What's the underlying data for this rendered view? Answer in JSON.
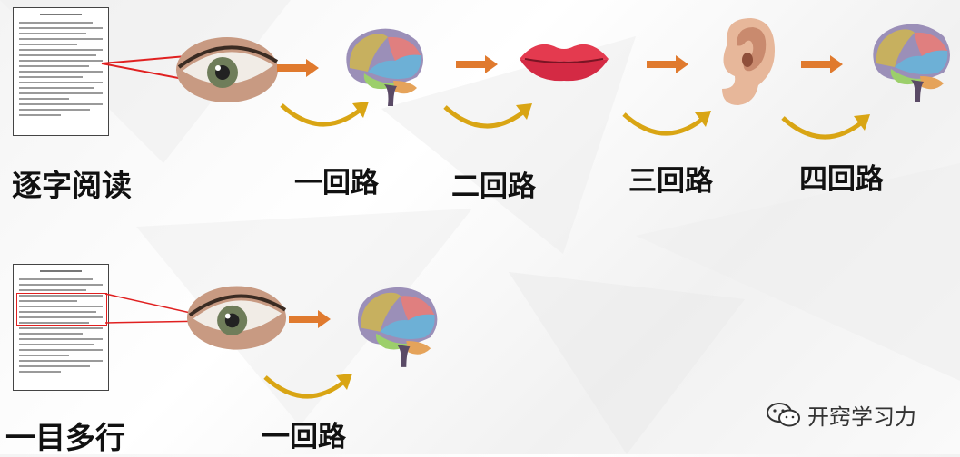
{
  "rows": [
    {
      "method_label": "逐字阅读",
      "steps": [
        {
          "label": "一回路",
          "organ": "brain"
        },
        {
          "label": "二回路",
          "organ": "lips"
        },
        {
          "label": "三回路",
          "organ": "ear"
        },
        {
          "label": "四回路",
          "organ": "brain"
        }
      ],
      "source_organ": "eye"
    },
    {
      "method_label": "一目多行",
      "steps": [
        {
          "label": "一回路",
          "organ": "brain"
        }
      ],
      "source_organ": "eye"
    }
  ],
  "colors": {
    "straight_arrow": "#e07a2e",
    "curved_arrow": "#d9a514",
    "sight_line": "#e02020"
  },
  "watermark": {
    "text": "开窍学习力",
    "icon": "wechat-icon"
  }
}
